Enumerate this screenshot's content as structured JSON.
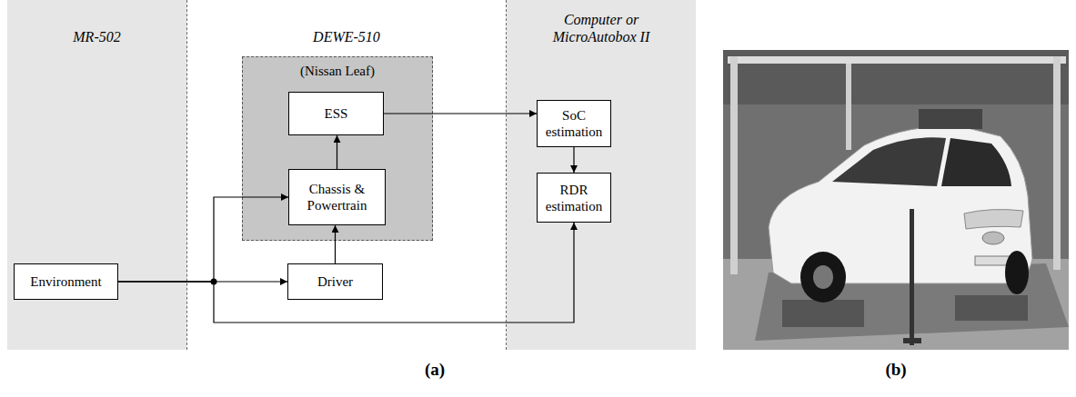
{
  "diagram": {
    "nodes": [
      {
        "text": [
          "MR-502"
        ]
      },
      {
        "text": [
          "DEWE-510"
        ]
      },
      {
        "text": [
          "Computer or MicroAutobox II"
        ]
      },
      {
        "text": [
          "(Nissan Leaf)"
        ],
        "in": 1
      },
      {
        "text": [
          "ESS"
        ],
        "in": 3
      },
      {
        "text": [
          "Chassis & Powertrain"
        ],
        "in": 3
      },
      {
        "text": [
          "Environment"
        ],
        "in": 0
      },
      {
        "text": [
          "Driver"
        ],
        "in": 1
      },
      {
        "text": [
          "SoC estimation"
        ],
        "in": 2
      },
      {
        "text": [
          "RDR estimation"
        ],
        "in": 2
      }
    ],
    "edges": [
      {
        "from": 6,
        "to": 7,
        "arrow": "to"
      },
      {
        "from": 6,
        "to": 5,
        "arrow": "to"
      },
      {
        "from": 6,
        "to": 9,
        "arrow": "to"
      },
      {
        "from": 7,
        "to": 5,
        "arrow": "to"
      },
      {
        "from": 5,
        "to": 4,
        "arrow": "to"
      },
      {
        "from": 4,
        "to": 8,
        "arrow": "to"
      },
      {
        "from": 8,
        "to": 9,
        "arrow": "to"
      }
    ],
    "labels": [
      "(a)",
      "(b)"
    ]
  }
}
